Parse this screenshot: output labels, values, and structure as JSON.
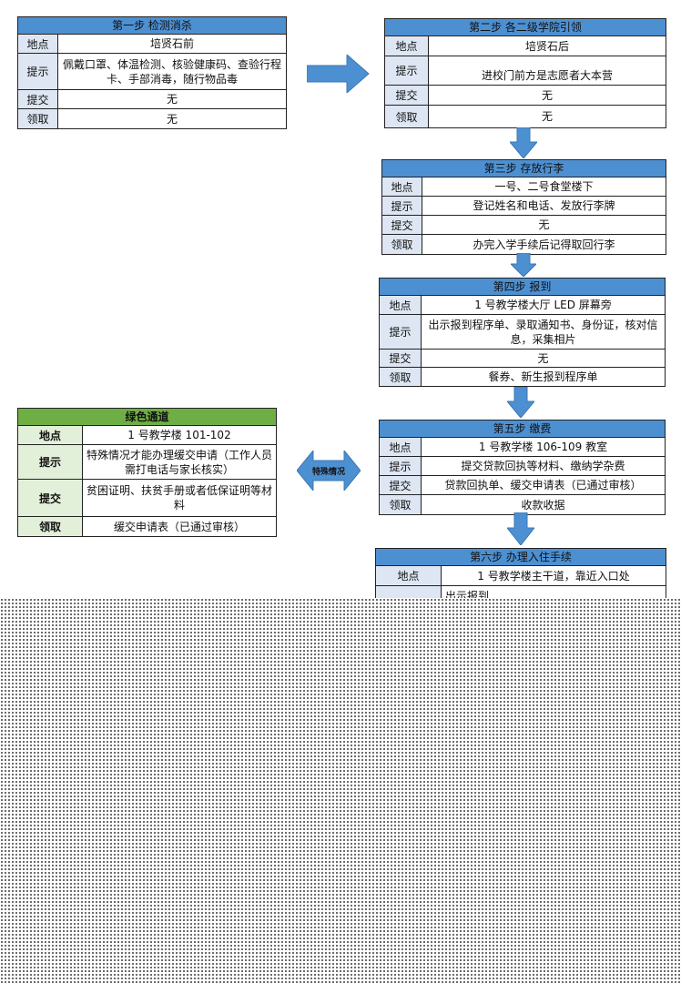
{
  "colors": {
    "blue_header": "#4d90d2",
    "green_header": "#6fae45",
    "arrow": "#4d90d2",
    "label_blue": "#dde6f2",
    "label_green": "#e2efd9"
  },
  "steps": [
    {
      "title": "第一步 检测消杀",
      "rows": [
        {
          "label": "地点",
          "value": "培贤石前"
        },
        {
          "label": "提示",
          "value": "佩戴口罩、体温检测、核验健康码、查验行程卡、手部消毒，随行物品毒"
        },
        {
          "label": "提交",
          "value": "无"
        },
        {
          "label": "领取",
          "value": "无"
        }
      ]
    },
    {
      "title": "第二步 各二级学院引领",
      "rows": [
        {
          "label": "地点",
          "value": "培贤石后"
        },
        {
          "label": "提示",
          "value": "进校门前方是志愿者大本营"
        },
        {
          "label": "提交",
          "value": "无"
        },
        {
          "label": "领取",
          "value": "无"
        }
      ]
    },
    {
      "title": "第三步 存放行李",
      "rows": [
        {
          "label": "地点",
          "value": "一号、二号食堂楼下"
        },
        {
          "label": "提示",
          "value": "登记姓名和电话、发放行李牌"
        },
        {
          "label": "提交",
          "value": "无"
        },
        {
          "label": "领取",
          "value": "办完入学手续后记得取回行李"
        }
      ]
    },
    {
      "title": "第四步 报到",
      "rows": [
        {
          "label": "地点",
          "value": "1 号教学楼大厅 LED 屏幕旁"
        },
        {
          "label": "提示",
          "value": "出示报到程序单、录取通知书、身份证，核对信息，采集相片"
        },
        {
          "label": "提交",
          "value": "无"
        },
        {
          "label": "领取",
          "value": "餐券、新生报到程序单"
        }
      ]
    },
    {
      "title": "第五步 缴费",
      "rows": [
        {
          "label": "地点",
          "value": "1 号教学楼 106-109 教室"
        },
        {
          "label": "提示",
          "value": "提交贷款回执等材料、缴纳学杂费"
        },
        {
          "label": "提交",
          "value": "贷款回执单、缓交申请表（已通过审核）"
        },
        {
          "label": "领取",
          "value": "收款收据"
        }
      ]
    },
    {
      "title": "第六步 办理入住手续",
      "rows": [
        {
          "label": "地点",
          "value": "1 号教学楼主干道，靠近入口处"
        },
        {
          "label": "",
          "value": "出示报到"
        }
      ]
    }
  ],
  "green_channel": {
    "title": "绿色通道",
    "rows": [
      {
        "label": "地点",
        "value": "1 号教学楼 101-102"
      },
      {
        "label": "提示",
        "value": "特殊情况才能办理缓交申请（工作人员需打电话与家长核实）"
      },
      {
        "label": "提交",
        "value": "贫困证明、扶贫手册或者低保证明等材料"
      },
      {
        "label": "领取",
        "value": "缓交申请表（已通过审核）"
      }
    ]
  },
  "special_arrow_label": "特殊情况"
}
